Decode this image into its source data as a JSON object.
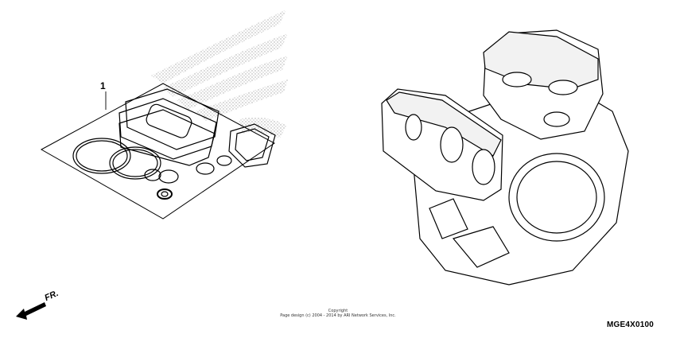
{
  "callout": {
    "number": "1"
  },
  "direction": {
    "label": "FR."
  },
  "footer": {
    "copyright_line1": "Copyright",
    "copyright_line2": "Page design (c) 2004 - 2014 by ARI Network Services, Inc."
  },
  "diagram_code": "MGE4X0100"
}
